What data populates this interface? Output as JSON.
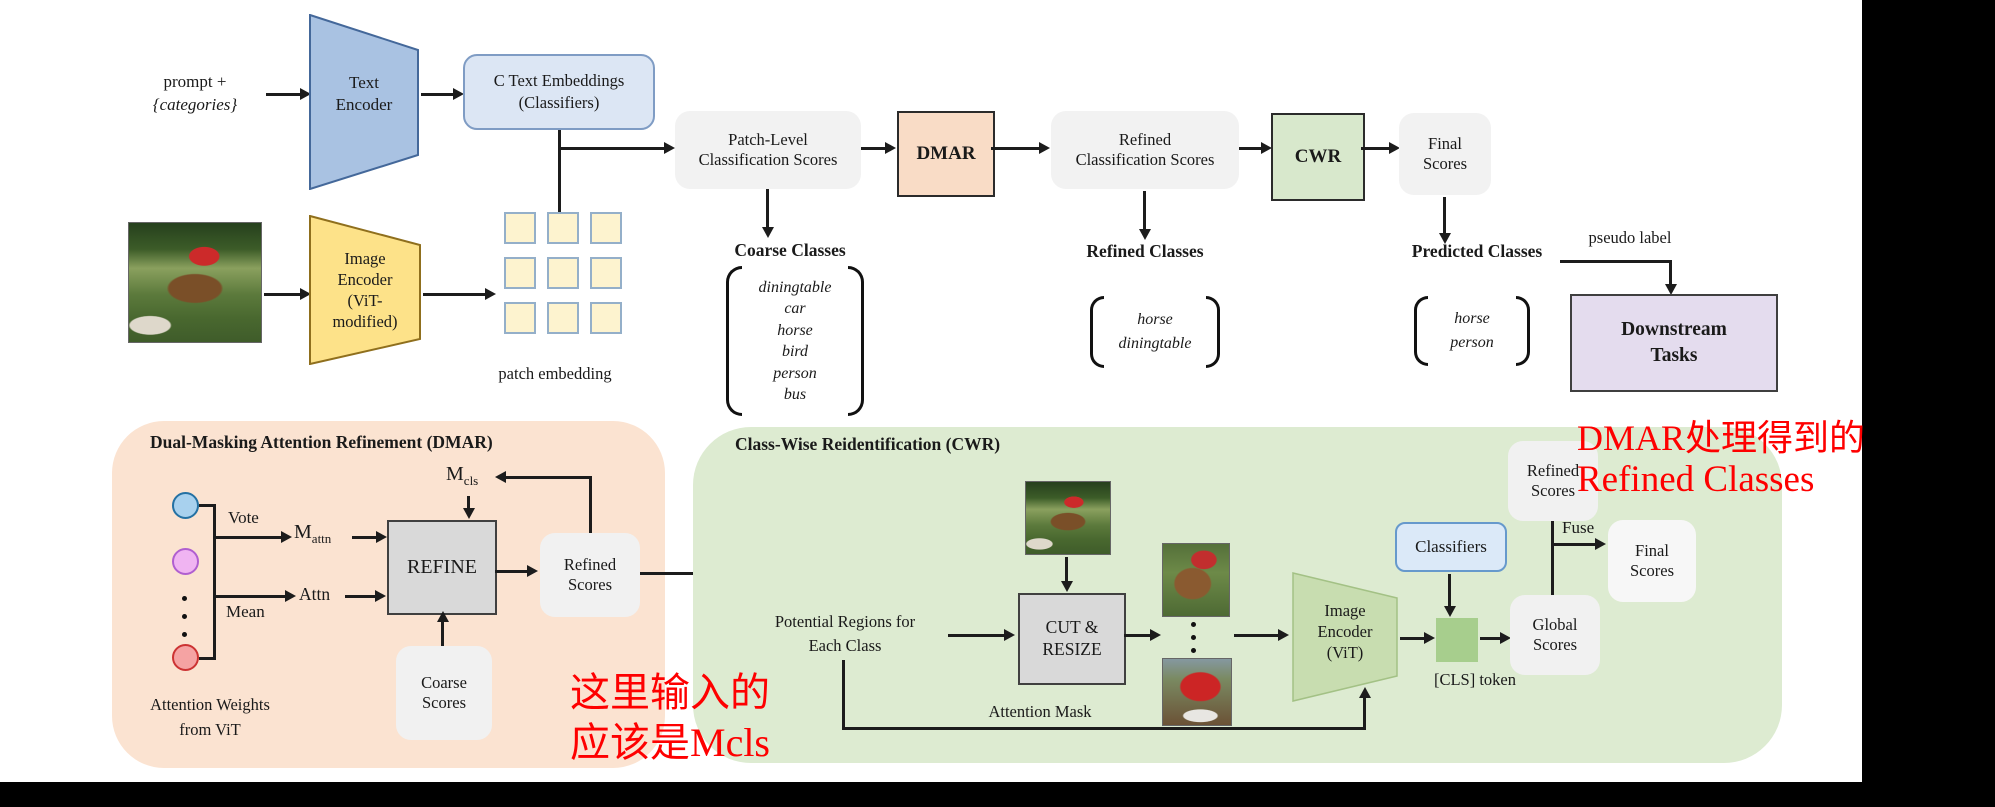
{
  "pipeline": {
    "prompt": {
      "line1": "prompt +",
      "line2": "{categories}"
    },
    "text_encoder": {
      "line1": "Text",
      "line2": "Encoder"
    },
    "text_embeddings": {
      "line1": "C Text Embeddings",
      "line2": "(Classifiers)"
    },
    "image_encoder": {
      "line1": "Image",
      "line2": "Encoder",
      "line3": "(ViT-",
      "line4": "modified)"
    },
    "patch_embedding_label": "patch embedding",
    "patch_level_scores": {
      "line1": "Patch-Level",
      "line2": "Classification Scores"
    },
    "dmar_module": "DMAR",
    "refined_scores": {
      "line1": "Refined",
      "line2": "Classification Scores"
    },
    "cwr_module": "CWR",
    "final_scores": {
      "line1": "Final",
      "line2": "Scores"
    },
    "coarse_classes": {
      "title": "Coarse Classes",
      "items": [
        "diningtable",
        "car",
        "horse",
        "bird",
        "person",
        "bus"
      ]
    },
    "refined_classes": {
      "title": "Refined Classes",
      "items": [
        "horse",
        "diningtable"
      ]
    },
    "predicted_classes": {
      "title": "Predicted Classes",
      "items": [
        "horse",
        "person"
      ]
    },
    "pseudo_label": "pseudo label",
    "downstream": {
      "line1": "Downstream",
      "line2": "Tasks"
    }
  },
  "dmar_panel": {
    "title": "Dual-Masking Attention Refinement (DMAR)",
    "vote": "Vote",
    "mean": "Mean",
    "m_attn": {
      "base": "M",
      "sub": "attn"
    },
    "attn": "Attn",
    "m_cls": {
      "base": "M",
      "sub": "cls"
    },
    "refine": "REFINE",
    "refined_scores": {
      "line1": "Refined",
      "line2": "Scores"
    },
    "coarse_scores": {
      "line1": "Coarse",
      "line2": "Scores"
    },
    "attention_weights": {
      "line1": "Attention Weights",
      "line2": "from ViT"
    }
  },
  "cwr_panel": {
    "title": "Class-Wise Reidentification (CWR)",
    "potential_regions": {
      "line1": "Potential Regions for",
      "line2": "Each Class"
    },
    "cut_resize": {
      "line1": "CUT &",
      "line2": "RESIZE"
    },
    "attention_mask": "Attention Mask",
    "image_encoder": {
      "line1": "Image",
      "line2": "Encoder",
      "line3": "(ViT)"
    },
    "classifiers": "Classifiers",
    "cls_token": "[CLS] token",
    "global_scores": {
      "line1": "Global",
      "line2": "Scores"
    },
    "refined_scores": {
      "line1": "Refined",
      "line2": "Scores"
    },
    "fuse": "Fuse",
    "final_scores": {
      "line1": "Final",
      "line2": "Scores"
    }
  },
  "annotations": {
    "note1_line1": "DMAR处理得到的",
    "note1_line2": "Refined Classes",
    "note2_line1": "这里输入的",
    "note2_line2": "应该是Mcls",
    "color": "#fe0000"
  },
  "colors": {
    "text_encoder_fill": "#a9c2e2",
    "embeddings_fill": "#dce6f4",
    "image_encoder_fill": "#fde289",
    "patch_fill": "#fdf3cf",
    "dmar_box_fill": "#f9dcc6",
    "cwr_box_fill": "#d8e8cc",
    "dmar_panel_fill": "#fbe3d1",
    "cwr_panel_fill": "#ddebd1",
    "downstream_fill": "#e4dcee",
    "gray_box_fill": "#f2f2f2",
    "proc_box_fill": "#d9d9d9",
    "cls_square_fill": "#a7ce8d",
    "classifiers_fill": "#dbe9f8",
    "circle_blue": "#a8d1ee",
    "circle_pink": "#f0b4f2",
    "circle_red": "#f5a3a3"
  }
}
